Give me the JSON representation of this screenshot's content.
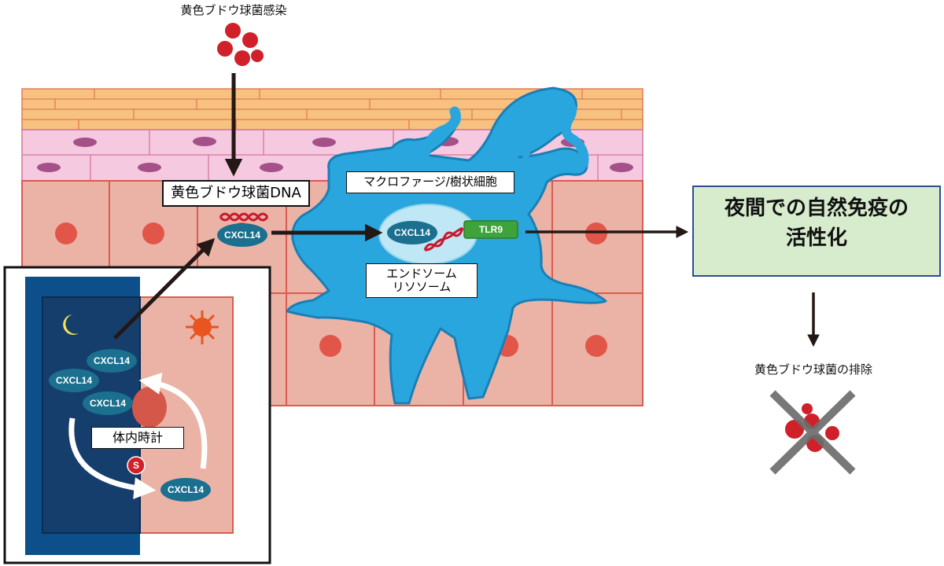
{
  "labels": {
    "infection": "黄色ブドウ球菌感染",
    "bacterial_dna": "黄色ブドウ球菌DNA",
    "macrophage_dc": "マクロファージ/樹状細胞",
    "cxcl14": "CXCL14",
    "tlr9": "TLR9",
    "endosome": "エンドソーム",
    "lysosome": "リソソーム",
    "result_line1": "夜間での自然免疫の",
    "result_line2": "活性化",
    "elimination": "黄色ブドウ球菌の排除",
    "clock": "体内時計",
    "inhibit_symbol": "S"
  },
  "colors": {
    "bacteria": "#d0202a",
    "cornified_layer": "#f7c27f",
    "granular_layer": "#f5c9df",
    "basal_layer": "#eab3a6",
    "cell_nucleus": "#e2564a",
    "macrophage": "#2aa6df",
    "endosome": "#bfe7f5",
    "cxcl14": "#1b6f8f",
    "tlr9": "#3fa33c",
    "result_box": "#d6eccd",
    "result_border": "#2f4c8f",
    "night": "#0d4f8b",
    "night_inner": "#163e6c"
  }
}
